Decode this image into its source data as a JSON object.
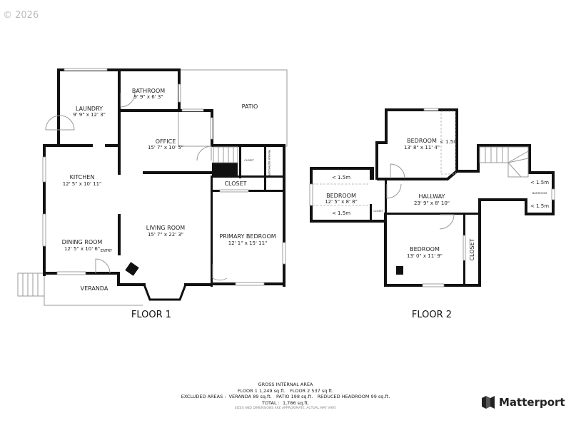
{
  "copyright": "© 2026",
  "floor1": {
    "label": "FLOOR 1",
    "rooms": {
      "laundry": {
        "name": "LAUNDRY",
        "dims": "9' 9\" x 12' 3\""
      },
      "bathroom": {
        "name": "BATHROOM",
        "dims": "9' 9\" x 6' 3\""
      },
      "patio": {
        "name": "PATIO"
      },
      "office": {
        "name": "OFFICE",
        "dims": "15' 7\" x 10' 5\""
      },
      "kitchen": {
        "name": "KITCHEN",
        "dims": "12' 5\" x 10' 11\""
      },
      "closet_small": {
        "name": "CLOSET"
      },
      "primary_bathroom": {
        "name": "PRIMARY BATHROOM"
      },
      "closet": {
        "name": "CLOSET"
      },
      "living_room": {
        "name": "LIVING ROOM",
        "dims": "15' 7\" x 22' 3\""
      },
      "primary_bedroom": {
        "name": "PRIMARY BEDROOM",
        "dims": "12' 1\" x 15' 11\""
      },
      "dining_room": {
        "name": "DINING ROOM",
        "dims": "12' 5\" x 10' 6\""
      },
      "entry": {
        "name": "ENTRY"
      },
      "veranda": {
        "name": "VERANDA"
      }
    }
  },
  "floor2": {
    "label": "FLOOR 2",
    "rooms": {
      "bedroom_top": {
        "name": "BEDROOM",
        "dims": "13' 8\" x 11' 4\"",
        "headroom": "< 1.5m"
      },
      "bedroom_left": {
        "name": "BEDROOM",
        "dims": "12' 5\" x 8' 8\"",
        "headroom_top": "< 1.5m",
        "headroom_bottom": "< 1.5m"
      },
      "closet_small": {
        "name": "CLOSET"
      },
      "hallway": {
        "name": "HALLWAY",
        "dims": "23' 9\" x 8' 10\""
      },
      "bathroom": {
        "name": "BATHROOM",
        "headroom_top": "< 1.5m",
        "headroom_bottom": "< 1.5m"
      },
      "bedroom_bottom": {
        "name": "BEDROOM",
        "dims": "13' 0\" x 11' 9\""
      },
      "closet": {
        "name": "CLOSET"
      }
    }
  },
  "summary": {
    "title": "GROSS INTERNAL AREA",
    "floors": "FLOOR 1 1,249 sq.ft.   FLOOR 2 537 sq.ft.",
    "excluded": "EXCLUDED AREAS :  VERANDA 89 sq.ft.   PATIO 198 sq.ft.   REDUCED HEADROOM 99 sq.ft.",
    "total": "TOTAL :  1,786 sq.ft.",
    "disclaimer": "SIZES AND DIMENSIONS ARE APPROXIMATE, ACTUAL MAY VARY."
  },
  "brand": {
    "name": "Matterport",
    "logo_icon": "matterport-logo-icon"
  }
}
